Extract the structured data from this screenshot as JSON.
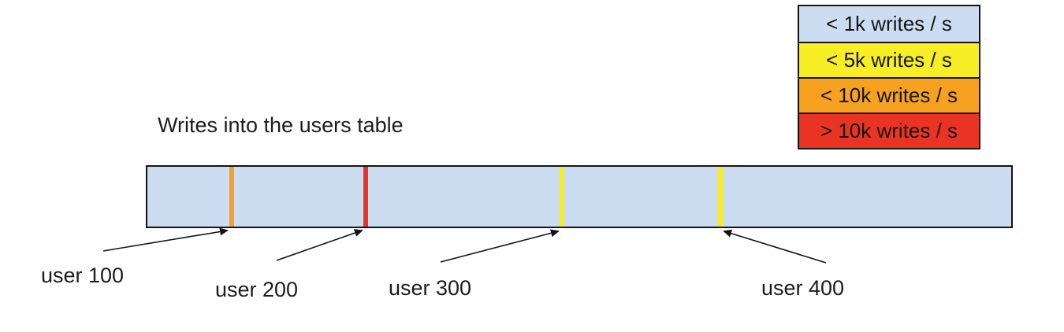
{
  "title": "Writes into the users table",
  "colors": {
    "bar_fill": "#cdddf1",
    "lt_1k_blue": "#cdddf1",
    "lt_5k_yellow": "#f7ee26",
    "lt_10k_orange": "#f6a11f",
    "gt_10k_red": "#ea3423",
    "outline_black": "#141414"
  },
  "legend": {
    "items": [
      {
        "label": "< 1k writes / s",
        "color": "#cdddf1"
      },
      {
        "label": "< 5k writes / s",
        "color": "#f7ee26"
      },
      {
        "label": "< 10k writes / s",
        "color": "#f6a11f"
      },
      {
        "label": "> 10k writes / s",
        "color": "#ea3423"
      }
    ]
  },
  "diagram": {
    "bar_fill": "#cdddf1",
    "markers": [
      {
        "user": "user 100",
        "rate": "< 10k writes / s",
        "color": "#f6a11f",
        "left": "9.5%"
      },
      {
        "user": "user 200",
        "rate": "> 10k writes / s",
        "color": "#ea3423",
        "left": "25.0%"
      },
      {
        "user": "user 300",
        "rate": "< 5k writes / s",
        "color": "#f7ee26",
        "left": "47.7%"
      },
      {
        "user": "user 400",
        "rate": "< 5k writes / s",
        "color": "#f7ee26",
        "left": "66.1%"
      }
    ]
  }
}
